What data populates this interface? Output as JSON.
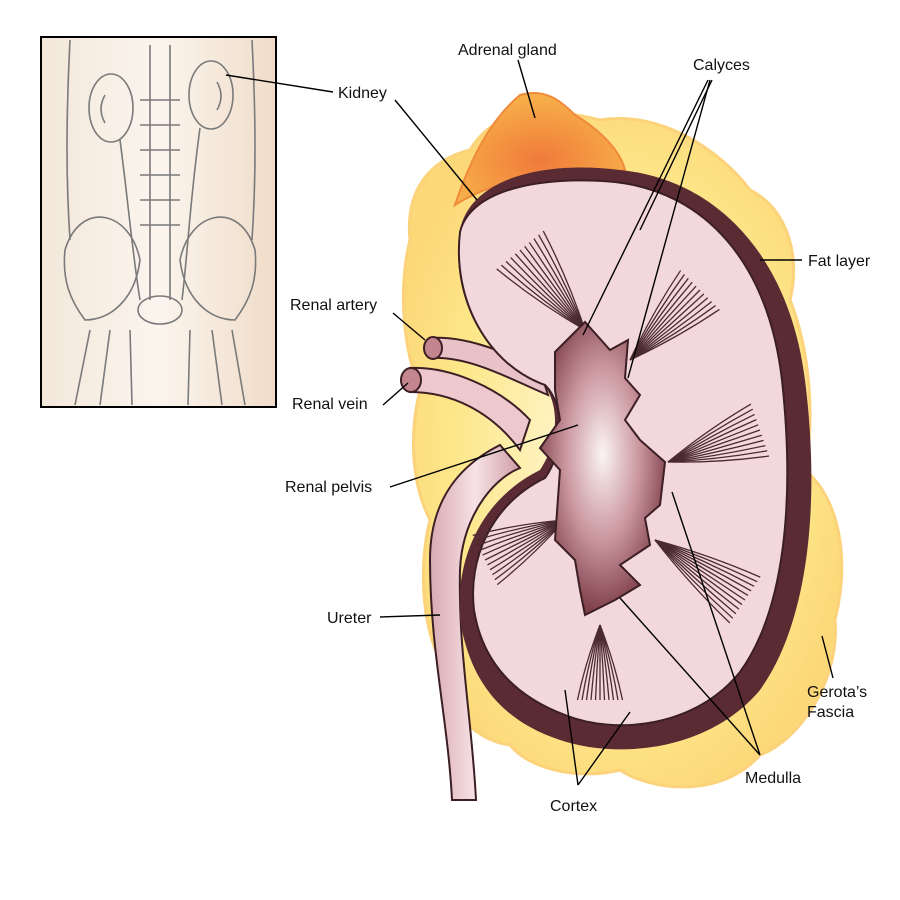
{
  "labels": {
    "adrenal_gland": "Adrenal gland",
    "calyces": "Calyces",
    "kidney": "Kidney",
    "fat_layer": "Fat layer",
    "renal_artery": "Renal artery",
    "renal_vein": "Renal vein",
    "renal_pelvis": "Renal pelvis",
    "ureter": "Ureter",
    "gerotas_fascia_line1": "Gerota’s",
    "gerotas_fascia_line2": "Fascia",
    "medulla": "Medulla",
    "cortex": "Cortex"
  },
  "colors": {
    "fat": "#fde27a",
    "fat_glow": "#fff3c4",
    "adrenal": "#f39a3c",
    "cortex": "#f2d7dc",
    "capsule": "#5a2c35",
    "medulla_lines": "#4a2a30",
    "pelvis": "#8a4b55",
    "pelvis_light": "#f4eaea",
    "ureter": "#ecc6ca",
    "vessel": "#e9c3c8",
    "sketch_bg": "#f6e7d6",
    "sketch_line": "#777777",
    "label_line": "#000000"
  }
}
